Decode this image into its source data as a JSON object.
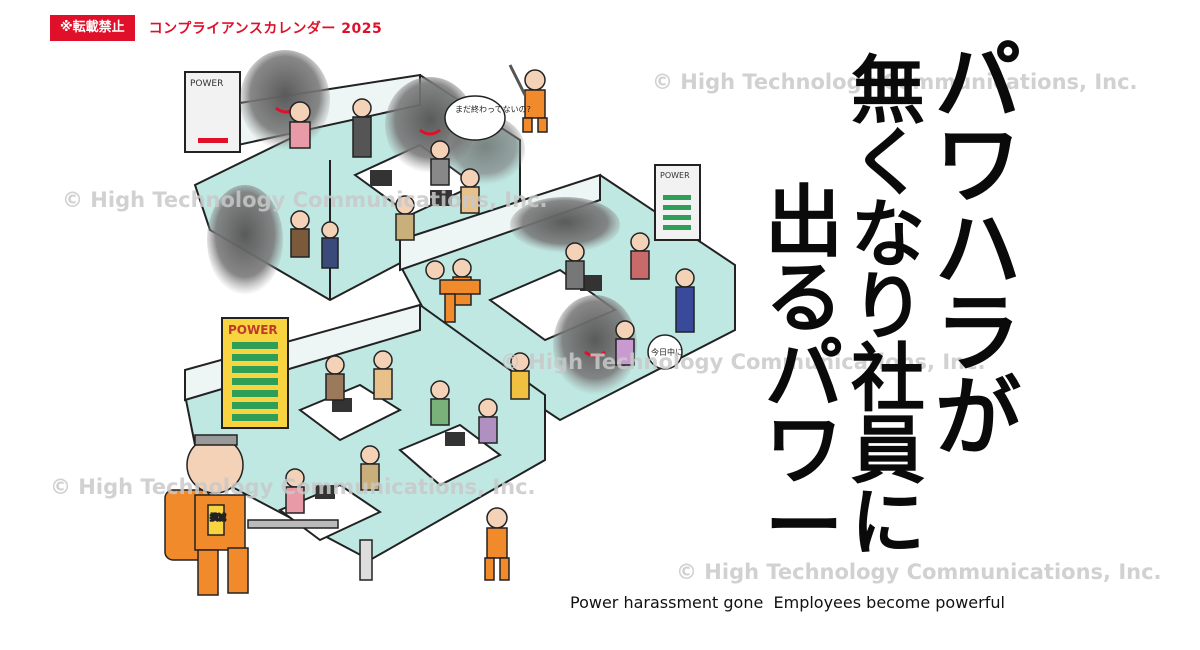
{
  "header": {
    "badge": "※転載禁止",
    "title": "コンプライアンスカレンダー 2025"
  },
  "watermark": "© High Technology Communications, Inc.",
  "headline": {
    "column1": [
      "パ",
      "ワ",
      "ハ",
      "ラ",
      "が"
    ],
    "column2": [
      "無",
      "く",
      "な",
      "り",
      "社",
      "員",
      "に"
    ],
    "column3": [
      "出",
      "る",
      "パ",
      "ワ",
      "ー"
    ]
  },
  "subtitle": "Power harassment gone  Employees become powerful",
  "illustration": {
    "power_panel_label": "POWER",
    "bubble_1": "まだ終わってないの?",
    "bubble_2": "今日中に",
    "backpack_label": "撲滅"
  },
  "colors": {
    "brand_red": "#e0102a",
    "floor": "#bfe8e2",
    "suit_orange": "#f08a2a",
    "smoke": "#707070",
    "power_yellow": "#f7d440",
    "power_green": "#2f9e57"
  }
}
